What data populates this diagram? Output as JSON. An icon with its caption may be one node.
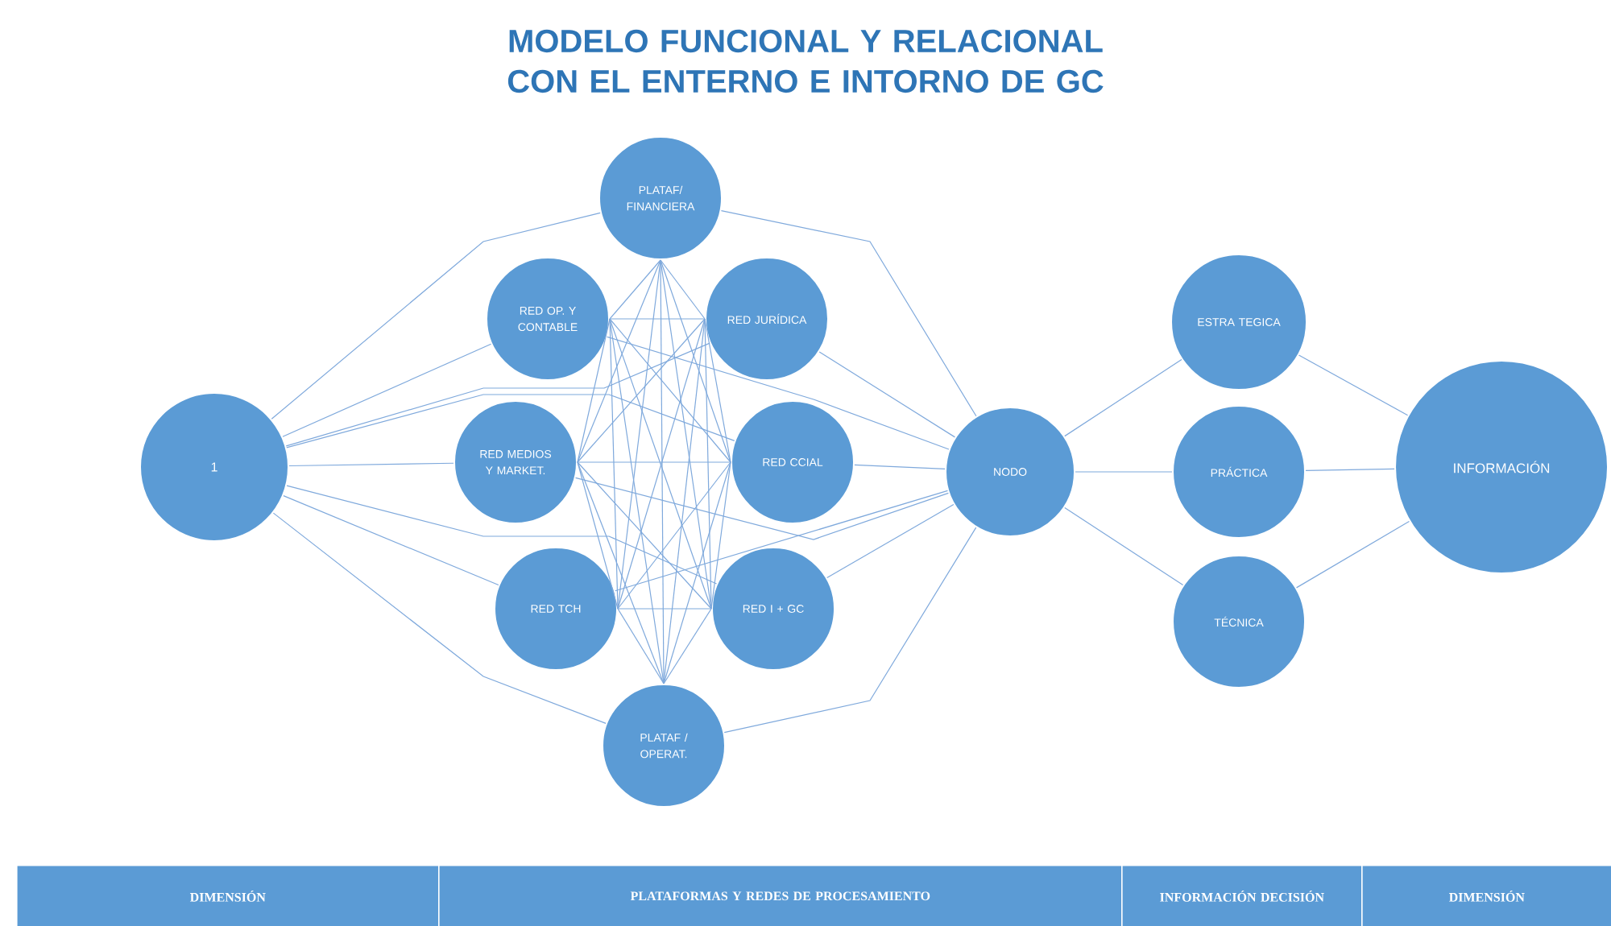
{
  "diagram": {
    "title": "MODELO FUNCIONAL Y RELACIONAL CON EL ENTERNO E INTORNO DE GC",
    "nodes": [
      {
        "text": [
          "1"
        ]
      },
      {
        "text": [
          "PLATAF/ FINANCIERA"
        ]
      },
      {
        "text": [
          "RED OP. Y CONTABLE"
        ]
      },
      {
        "text": [
          "RED JURÍDICA"
        ]
      },
      {
        "text": [
          "RED MEDIOS Y MARKET."
        ]
      },
      {
        "text": [
          "RED CCIAL"
        ]
      },
      {
        "text": [
          "RED TCH"
        ]
      },
      {
        "text": [
          "RED I + GC"
        ]
      },
      {
        "text": [
          "PLATAF / OPERAT."
        ]
      },
      {
        "text": [
          "NODO"
        ]
      },
      {
        "text": [
          "ESTRA TEGICA"
        ]
      },
      {
        "text": [
          "PRÁCTICA"
        ]
      },
      {
        "text": [
          "TÉCNICA"
        ]
      },
      {
        "text": [
          "INFORMACIÓN"
        ]
      }
    ],
    "edges": [
      {
        "from": 0,
        "to": 1,
        "arrow": "none"
      },
      {
        "from": 0,
        "to": 2,
        "arrow": "none"
      },
      {
        "from": 0,
        "to": 3,
        "arrow": "none"
      },
      {
        "from": 0,
        "to": 4,
        "arrow": "none"
      },
      {
        "from": 0,
        "to": 5,
        "arrow": "none"
      },
      {
        "from": 0,
        "to": 6,
        "arrow": "none"
      },
      {
        "from": 0,
        "to": 7,
        "arrow": "none"
      },
      {
        "from": 0,
        "to": 8,
        "arrow": "none"
      },
      {
        "from": 1,
        "to": 2,
        "arrow": "none"
      },
      {
        "from": 1,
        "to": 3,
        "arrow": "none"
      },
      {
        "from": 1,
        "to": 4,
        "arrow": "none"
      },
      {
        "from": 1,
        "to": 5,
        "arrow": "none"
      },
      {
        "from": 1,
        "to": 6,
        "arrow": "none"
      },
      {
        "from": 1,
        "to": 7,
        "arrow": "none"
      },
      {
        "from": 1,
        "to": 8,
        "arrow": "none"
      },
      {
        "from": 2,
        "to": 3,
        "arrow": "none"
      },
      {
        "from": 2,
        "to": 4,
        "arrow": "none"
      },
      {
        "from": 2,
        "to": 5,
        "arrow": "none"
      },
      {
        "from": 2,
        "to": 6,
        "arrow": "none"
      },
      {
        "from": 2,
        "to": 7,
        "arrow": "none"
      },
      {
        "from": 2,
        "to": 8,
        "arrow": "none"
      },
      {
        "from": 3,
        "to": 4,
        "arrow": "none"
      },
      {
        "from": 3,
        "to": 5,
        "arrow": "none"
      },
      {
        "from": 3,
        "to": 6,
        "arrow": "none"
      },
      {
        "from": 3,
        "to": 7,
        "arrow": "none"
      },
      {
        "from": 3,
        "to": 8,
        "arrow": "none"
      },
      {
        "from": 4,
        "to": 5,
        "arrow": "none"
      },
      {
        "from": 4,
        "to": 6,
        "arrow": "none"
      },
      {
        "from": 4,
        "to": 7,
        "arrow": "none"
      },
      {
        "from": 4,
        "to": 8,
        "arrow": "none"
      },
      {
        "from": 5,
        "to": 6,
        "arrow": "none"
      },
      {
        "from": 5,
        "to": 7,
        "arrow": "none"
      },
      {
        "from": 5,
        "to": 8,
        "arrow": "none"
      },
      {
        "from": 6,
        "to": 7,
        "arrow": "none"
      },
      {
        "from": 6,
        "to": 8,
        "arrow": "none"
      },
      {
        "from": 7,
        "to": 8,
        "arrow": "none"
      },
      {
        "from": 1,
        "to": 9,
        "arrow": "none"
      },
      {
        "from": 2,
        "to": 9,
        "arrow": "none"
      },
      {
        "from": 3,
        "to": 9,
        "arrow": "none"
      },
      {
        "from": 4,
        "to": 9,
        "arrow": "none"
      },
      {
        "from": 5,
        "to": 9,
        "arrow": "none"
      },
      {
        "from": 6,
        "to": 9,
        "arrow": "none"
      },
      {
        "from": 7,
        "to": 9,
        "arrow": "none"
      },
      {
        "from": 8,
        "to": 9,
        "arrow": "none"
      },
      {
        "from": 9,
        "to": 10,
        "arrow": "none"
      },
      {
        "from": 9,
        "to": 11,
        "arrow": "none"
      },
      {
        "from": 9,
        "to": 12,
        "arrow": "none"
      },
      {
        "from": 10,
        "to": 13,
        "arrow": "none"
      },
      {
        "from": 11,
        "to": 13,
        "arrow": "none"
      },
      {
        "from": 12,
        "to": 13,
        "arrow": "none"
      }
    ],
    "labels": [
      "DIMENSIÓN",
      "PLATAFORMAS  Y REDES  DE  PROCESAMIENTO",
      "INFORMACIÓN DECISIÓN",
      "DIMENSIÓN"
    ]
  }
}
